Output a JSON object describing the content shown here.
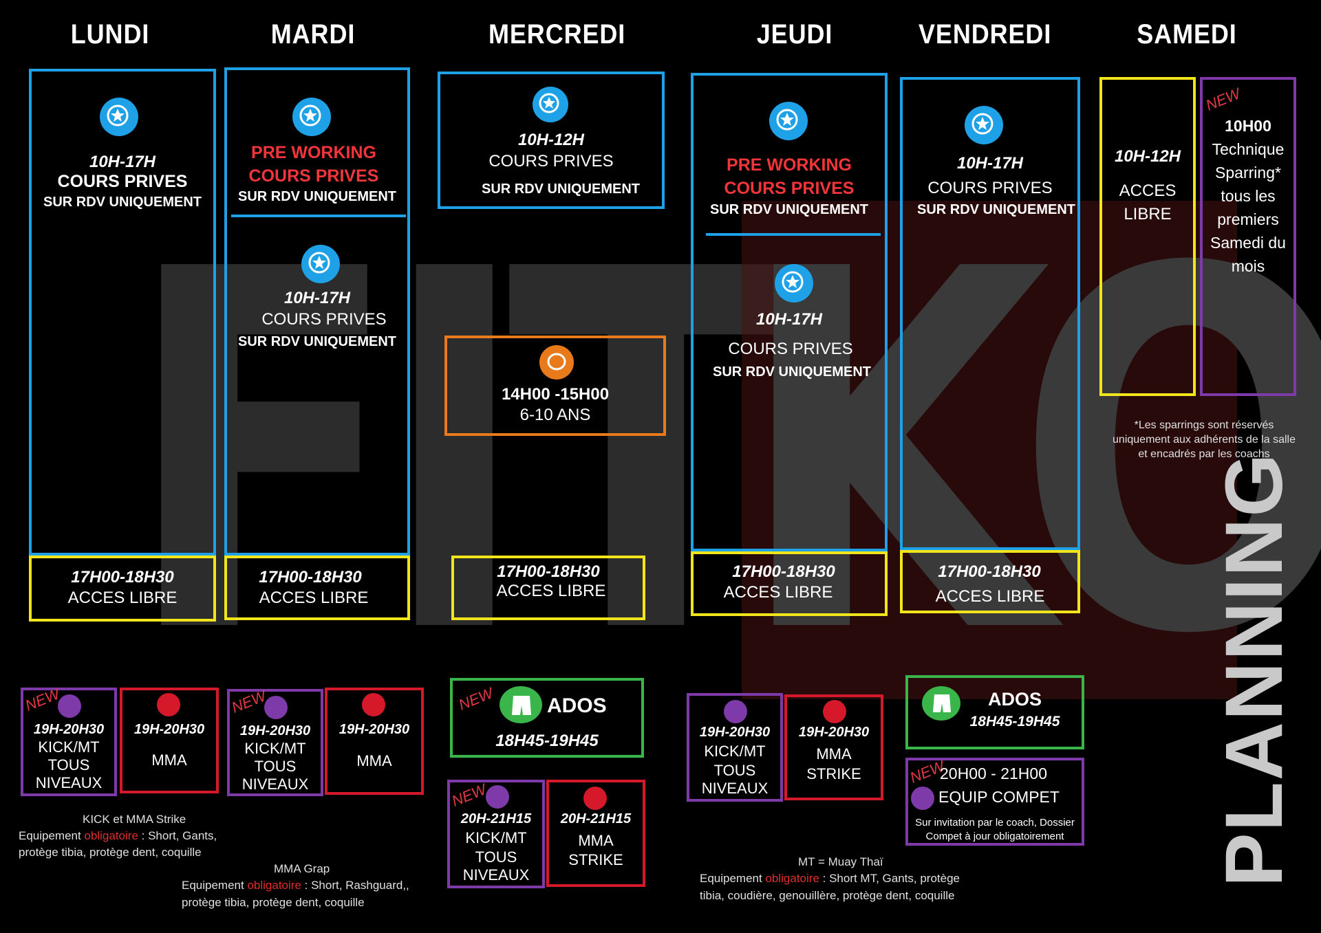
{
  "days": [
    "LUNDI",
    "MARDI",
    "MERCREDI",
    "JEUDI",
    "VENDREDI",
    "SAMEDI"
  ],
  "watermark": {
    "left": "FIT",
    "right": "KO"
  },
  "side_title": "PLANNING",
  "lundi": {
    "private": {
      "time": "10H-17H",
      "title": "COURS PRIVES",
      "sub": "SUR RDV UNIQUEMENT"
    },
    "open": {
      "time": "17H00-18H30",
      "label": "ACCES LIBRE"
    },
    "kick": {
      "new": "NEW",
      "time": "19H-20H30",
      "l1": "KICK/MT",
      "l2": "TOUS",
      "l3": "NIVEAUX"
    },
    "mma": {
      "time": "19H-20H30",
      "label": "MMA"
    }
  },
  "mardi": {
    "pre": {
      "l1": "PRE WORKING",
      "l2": "COURS PRIVES",
      "sub": "SUR RDV UNIQUEMENT"
    },
    "private": {
      "time": "10H-17H",
      "title": "COURS PRIVES",
      "sub": "SUR RDV UNIQUEMENT"
    },
    "open": {
      "time": "17H00-18H30",
      "label": "ACCES LIBRE"
    },
    "kick": {
      "new": "NEW",
      "time": "19H-20H30",
      "l1": "KICK/MT",
      "l2": "TOUS",
      "l3": "NIVEAUX"
    },
    "mma": {
      "time": "19H-20H30",
      "label": "MMA"
    }
  },
  "mercredi": {
    "private": {
      "time": "10H-12H",
      "title": "COURS PRIVES",
      "sub": "SUR RDV UNIQUEMENT"
    },
    "kids": {
      "time": "14H00 -15H00",
      "label": "6-10 ANS"
    },
    "open": {
      "time": "17H00-18H30",
      "label": "ACCES LIBRE"
    },
    "ados": {
      "new": "NEW",
      "label": "ADOS",
      "time": "18H45-19H45"
    },
    "kick": {
      "new": "NEW",
      "time": "20H-21H15",
      "l1": "KICK/MT",
      "l2": "TOUS",
      "l3": "NIVEAUX"
    },
    "mma": {
      "time": "20H-21H15",
      "l1": "MMA",
      "l2": "STRIKE"
    }
  },
  "jeudi": {
    "pre": {
      "l1": "PRE WORKING",
      "l2": "COURS PRIVES",
      "sub": "SUR RDV UNIQUEMENT"
    },
    "private": {
      "time": "10H-17H",
      "title": "COURS PRIVES",
      "sub": "SUR RDV UNIQUEMENT"
    },
    "open": {
      "time": "17H00-18H30",
      "label": "ACCES LIBRE"
    },
    "kick": {
      "time": "19H-20H30",
      "l1": "KICK/MT",
      "l2": "TOUS",
      "l3": "NIVEAUX"
    },
    "mma": {
      "time": "19H-20H30",
      "l1": "MMA",
      "l2": "STRIKE"
    }
  },
  "vendredi": {
    "private": {
      "time": "10H-17H",
      "title": "COURS PRIVES",
      "sub": "SUR RDV UNIQUEMENT"
    },
    "open": {
      "time": "17H00-18H30",
      "label": "ACCES LIBRE"
    },
    "ados": {
      "label": "ADOS",
      "time": "18H45-19H45"
    },
    "compet": {
      "new": "NEW",
      "time": "20H00 - 21H00",
      "label": "EQUIP COMPET",
      "n1": "Sur invitation par le coach,  Dossier",
      "n2": "Compet à jour obligatoirement"
    }
  },
  "samedi": {
    "open": {
      "time": "10H-12H",
      "l1": "ACCES",
      "l2": "LIBRE"
    },
    "sparring": {
      "new": "NEW",
      "time": "10H00",
      "lines": [
        "Technique",
        "Sparring*",
        "tous les",
        "premiers",
        "Samedi du",
        "mois"
      ]
    },
    "note": [
      "*Les sparrings sont réservés",
      "uniquement aux adhérents de la salle",
      "et encadrés  par les coachs"
    ]
  },
  "notes": {
    "kick": {
      "title": "KICK et MMA Strike",
      "pre": "Equipement ",
      "obl": "obligatoire",
      "post": " : Short, Gants,",
      "l2": "protège tibia, protège dent, coquille"
    },
    "grap": {
      "title": "MMA Grap",
      "pre": "Equipement ",
      "obl": "obligatoire",
      "post": " : Short, Rashguard,,",
      "l2": "protège tibia, protège dent, coquille"
    },
    "mt": {
      "title": "MT = Muay Thaï",
      "pre": "Equipement ",
      "obl": "obligatoire",
      "post": " : Short MT, Gants, protège",
      "l2": "tibia, coudière, genouillère, protège dent, coquille"
    }
  },
  "colors": {
    "blue": "#1ea1e6",
    "yellow": "#f2e51c",
    "orange": "#e97a1c",
    "green": "#39b54a",
    "purple": "#7e3aa8",
    "red": "#d5182a",
    "new": "#e23744"
  }
}
